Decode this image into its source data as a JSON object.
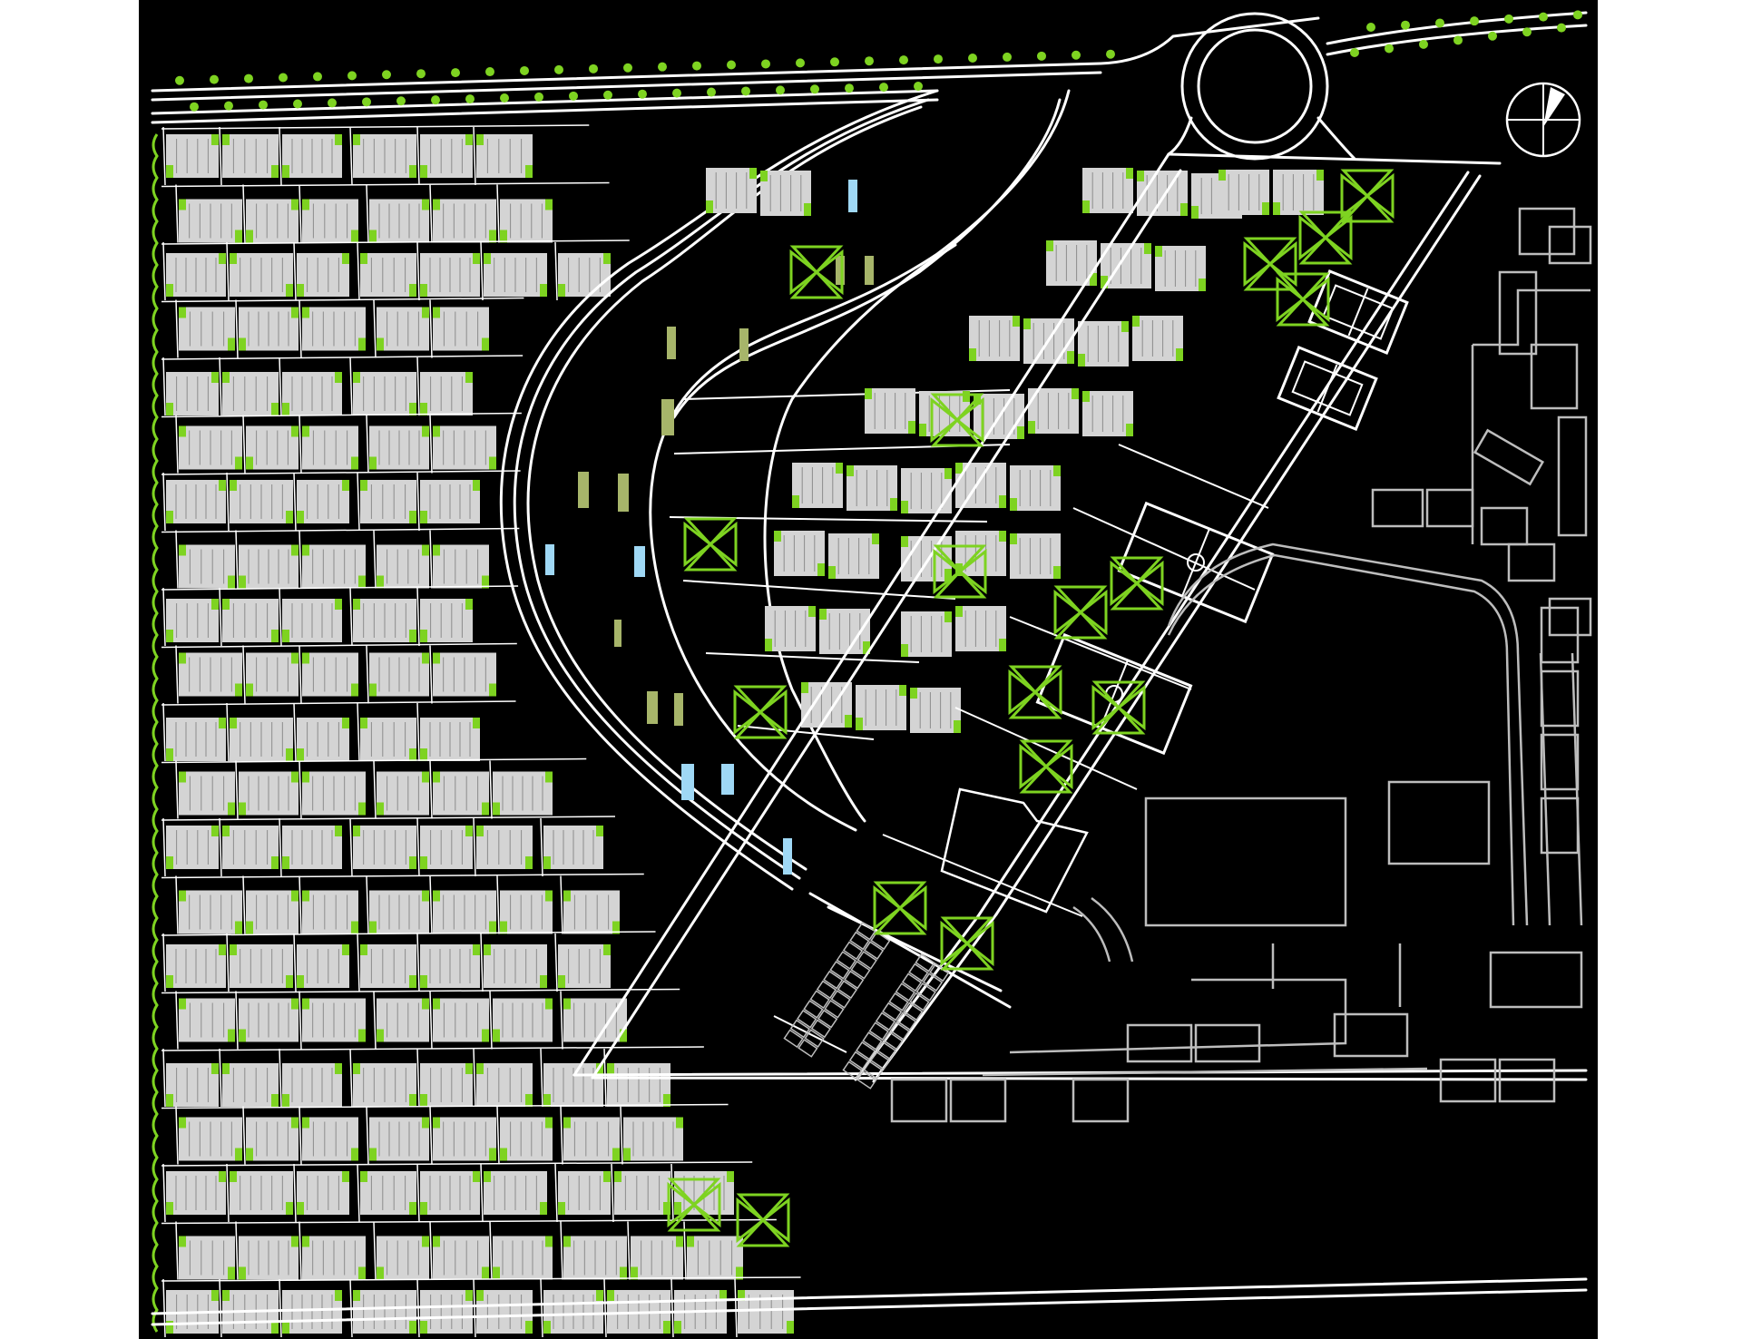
{
  "plan": {
    "type": "site-masterplan",
    "background": "#000000",
    "colors": {
      "road_line": "#ffffff",
      "building_fill": "#d4d4d4",
      "building_divider": "#8c8c8c",
      "landscape_green": "#7ed321",
      "water_blue": "#9fd8f5",
      "garden_olive": "#a7b56a",
      "existing_buildings": "#bdbdbd"
    },
    "icons": {
      "north_arrow": "north-arrow-icon",
      "tree_cluster": "tree-cluster-icon",
      "roundabout": "roundabout-icon",
      "tennis_court": "tennis-court-icon",
      "football_pitch": "football-pitch-icon",
      "parking": "parking-grid-icon"
    },
    "zones": [
      "residential-grid-west",
      "residential-central-curved",
      "residential-north-east",
      "sports-diagonal-strip",
      "existing-neighbourhood-east"
    ],
    "features": {
      "roundabouts": 1,
      "tennis_courts": 2,
      "football_pitches": 2,
      "parking_blocks": 2
    }
  }
}
